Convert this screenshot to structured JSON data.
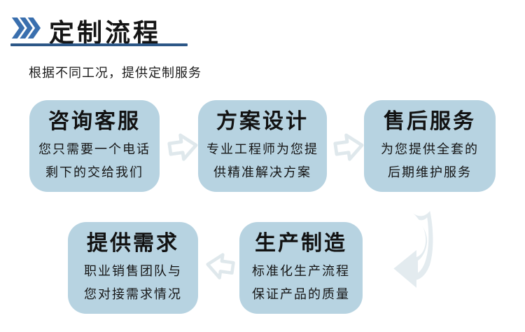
{
  "header": {
    "title": "定制流程",
    "subtitle": "根据不同工况，提供定制服务"
  },
  "flow": {
    "steps": [
      {
        "title": "咨询客服",
        "line1": "您只需要一个电话",
        "line2": "剩下的交给我们"
      },
      {
        "title": "方案设计",
        "line1": "专业工程师为您提",
        "line2": "供精准解决方案"
      },
      {
        "title": "售后服务",
        "line1": "为您提供全套的",
        "line2": "后期维护服务"
      },
      {
        "title": "生产制造",
        "line1": "标准化生产流程",
        "line2": "保证产品的质量"
      },
      {
        "title": "提供需求",
        "line1": "职业销售团队与",
        "line2": "您对接需求情况"
      }
    ]
  },
  "icons": {
    "header_icon": "triple-chevron-right",
    "forward_connector": "arrow-right",
    "back_connector": "arrow-left",
    "row_connector": "bent-arrow-down-left"
  },
  "colors": {
    "accent_blue": "#3a6fae",
    "underline_navy": "#2c5787",
    "box_fill": "#b7d3e1",
    "arrow_outline": "#dfe8ec",
    "text": "#151515"
  }
}
